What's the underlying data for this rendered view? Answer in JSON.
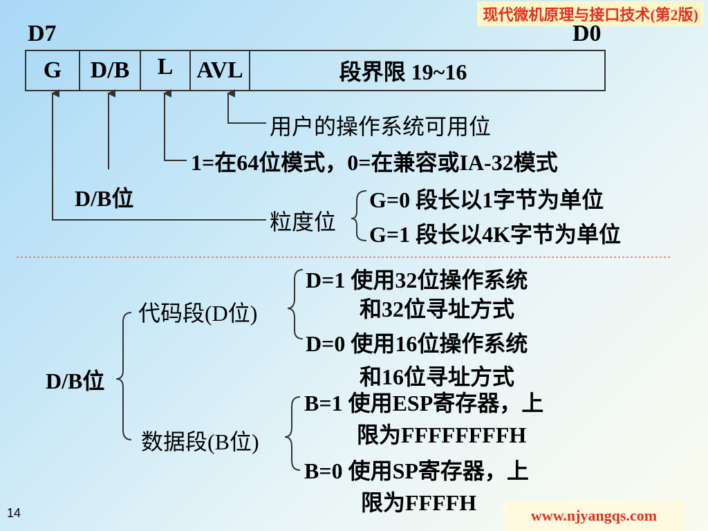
{
  "header": {
    "title": "现代微机原理与接口技术(第2版)"
  },
  "register": {
    "high_bit_label": "D7",
    "low_bit_label": "D0",
    "fields": [
      "G",
      "D/B",
      "L",
      "AVL"
    ],
    "limit_field": "段界限 19~16"
  },
  "annotations": {
    "avl": "用户的操作系统可用位",
    "l": "1=在64位模式，0=在兼容或IA-32模式",
    "db": "D/B位",
    "g_label": "粒度位",
    "g0": "G=0 段长以1字节为单位",
    "g1": "G=1 段长以4K字节为单位"
  },
  "db_tree": {
    "root": "D/B位",
    "code_segment": {
      "label": "代码段(D位)",
      "d1_line1": "D=1  使用32位操作系统",
      "d1_line2": "和32位寻址方式",
      "d0_line1": "D=0  使用16位操作系统",
      "d0_line2": "和16位寻址方式"
    },
    "data_segment": {
      "label": "数据段(B位)",
      "b1_line1": "B=1  使用ESP寄存器，上",
      "b1_line2": "限为FFFFFFFFH",
      "b0_line1": "B=0  使用SP寄存器，上",
      "b0_line2": "限为FFFFH"
    }
  },
  "footer": {
    "url": "www.njyangqs.com",
    "page_number": "14"
  },
  "colors": {
    "accent": "#e0301e",
    "divider": "#e06a5a",
    "line": "#333333"
  }
}
